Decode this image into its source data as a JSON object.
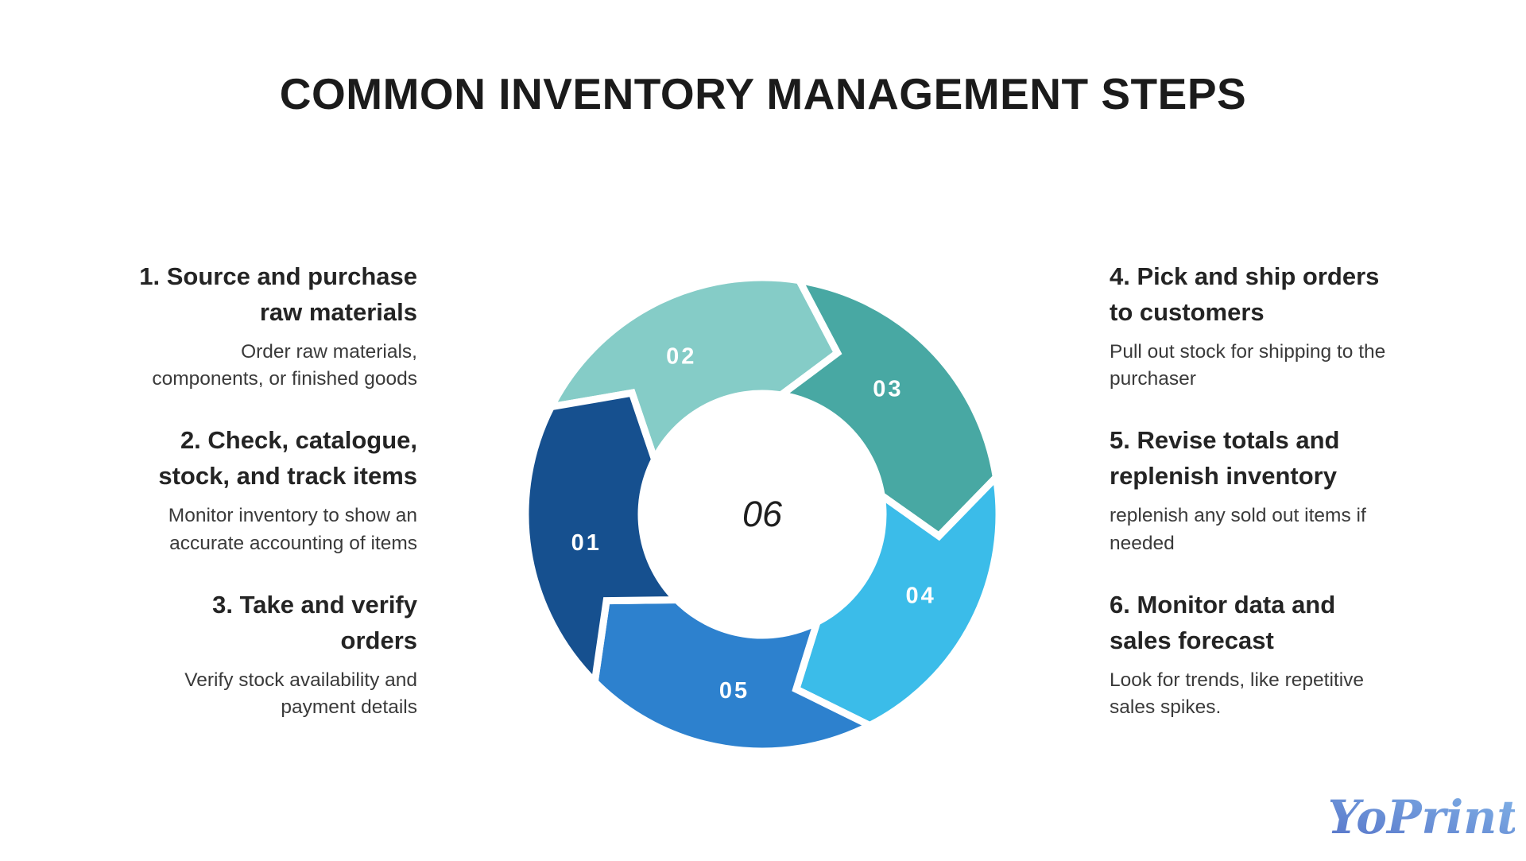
{
  "title": "COMMON INVENTORY MANAGEMENT STEPS",
  "left_column": {
    "items": [
      {
        "heading": "1. Source and purchase\nraw materials",
        "description": "Order raw materials,\ncomponents, or finished goods"
      },
      {
        "heading": "2. Check, catalogue,\nstock, and track items",
        "description": "Monitor inventory to show an\naccurate accounting of items"
      },
      {
        "heading": "3. Take and verify\norders",
        "description": "Verify stock availability and\npayment details"
      }
    ]
  },
  "right_column": {
    "items": [
      {
        "heading": "4. Pick and ship orders\nto customers",
        "description": "Pull out stock for shipping to the\npurchaser"
      },
      {
        "heading": "5. Revise totals and\nreplenish inventory",
        "description": "replenish any sold out items if\nneeded"
      },
      {
        "heading": "6. Monitor data and\nsales forecast",
        "description": "Look for trends, like repetitive\nsales spikes."
      }
    ]
  },
  "diagram": {
    "type": "cycle",
    "center_label": "06",
    "segments": [
      {
        "label": "02",
        "color": "#85CCC7",
        "start": 297,
        "end": 369
      },
      {
        "label": "03",
        "color": "#48A8A3",
        "start": 9,
        "end": 81
      },
      {
        "label": "04",
        "color": "#3BBCE9",
        "start": 81,
        "end": 153
      },
      {
        "label": "05",
        "color": "#2D81CE",
        "start": 153,
        "end": 225
      },
      {
        "label": "01",
        "color": "#16508F",
        "start": 225,
        "end": 297
      }
    ]
  },
  "logo": {
    "text": "YoPrint",
    "color_start": "#5673C8",
    "color_end": "#82B4E8"
  }
}
